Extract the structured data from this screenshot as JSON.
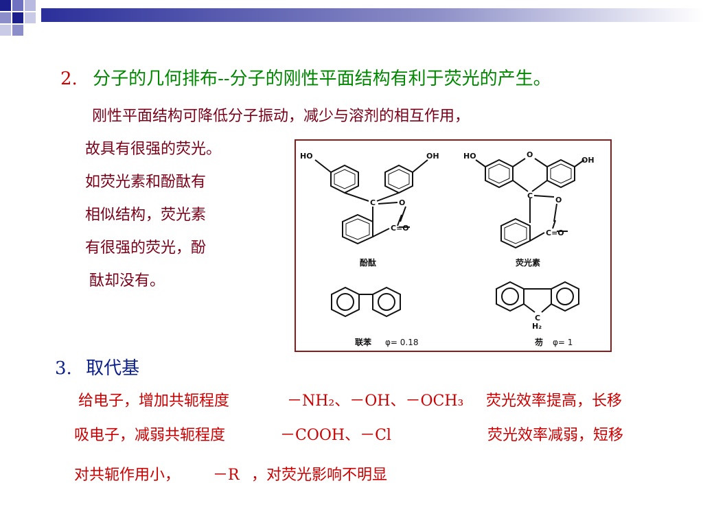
{
  "heading": {
    "number": "2.",
    "text": "分子的几何排布--分子的刚性平面结构有利于荧光的产生。"
  },
  "body_lines": [
    "刚性平面结构可降低分子振动，减少与溶剂的相互作用，",
    "故具有很强的荧光。",
    "如荧光素和酚酞有",
    "相似结构，荧光素",
    "有很强的荧光，酚",
    "酞却没有。"
  ],
  "figure": {
    "phenolphthalein_label": "酚酞",
    "fluorescein_label": "荧光素",
    "biphenyl_label": "联苯",
    "biphenyl_phi": "φ= 0.18",
    "fluorene_label": "芴",
    "fluorene_phi": "φ= 1",
    "atoms": {
      "ho": "HO",
      "oh": "OH",
      "c": "C",
      "o": "O",
      "co": "C=O",
      "h2": "H₂"
    }
  },
  "section3": {
    "number": "3.",
    "title": "取代基"
  },
  "substituents": [
    {
      "description": "给电子，增加共轭程度",
      "groups": "－NH₂、－OH、－OCH₃",
      "effect": "荧光效率提高，长移"
    },
    {
      "description": "吸电子，减弱共轭程度",
      "groups": "－COOH、－Cl",
      "effect": "荧光效率减弱，短移"
    },
    {
      "description": "对共轭作用小，",
      "groups": "－R",
      "effect": "，对荧光影响不明显"
    }
  ]
}
